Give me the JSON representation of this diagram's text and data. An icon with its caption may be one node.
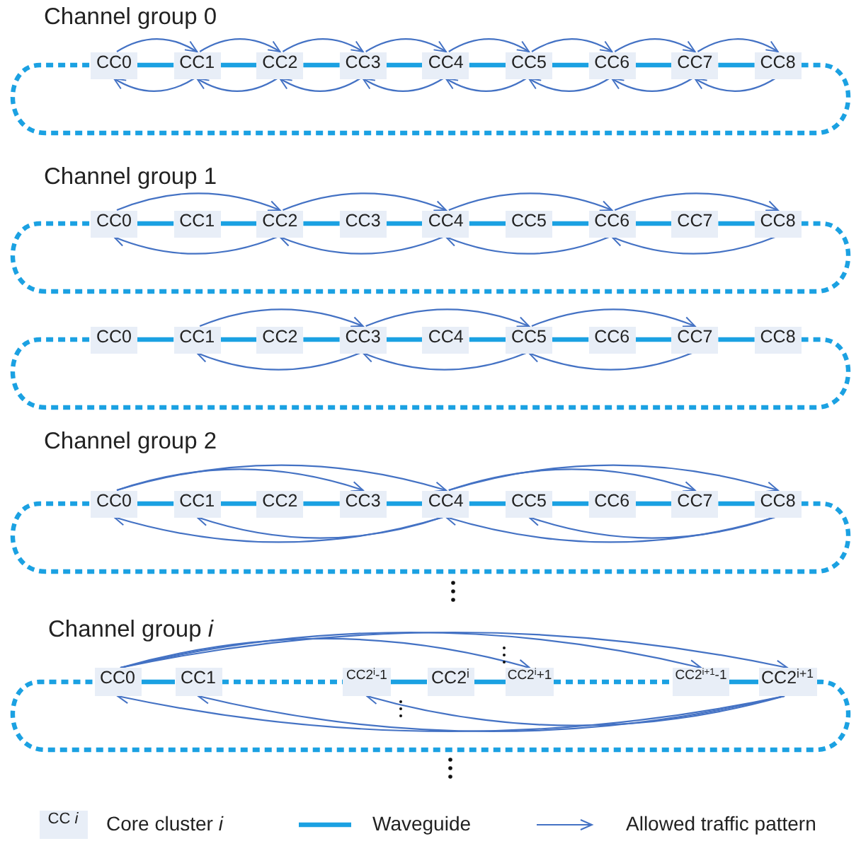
{
  "diagram": {
    "nodes": [
      {
        "text": [
          "CC0"
        ]
      },
      {
        "text": [
          "CC1"
        ]
      },
      {
        "text": [
          "CC2"
        ]
      },
      {
        "text": [
          "CC3"
        ]
      },
      {
        "text": [
          "CC4"
        ]
      },
      {
        "text": [
          "CC5"
        ]
      },
      {
        "text": [
          "CC6"
        ]
      },
      {
        "text": [
          "CC7"
        ]
      },
      {
        "text": [
          "CC8"
        ]
      },
      {
        "text": [
          "CC0"
        ]
      },
      {
        "text": [
          "CC1"
        ]
      },
      {
        "text": [
          "CC2"
        ]
      },
      {
        "text": [
          "CC3"
        ]
      },
      {
        "text": [
          "CC4"
        ]
      },
      {
        "text": [
          "CC5"
        ]
      },
      {
        "text": [
          "CC6"
        ]
      },
      {
        "text": [
          "CC7"
        ]
      },
      {
        "text": [
          "CC8"
        ]
      },
      {
        "text": [
          "CC0"
        ]
      },
      {
        "text": [
          "CC1"
        ]
      },
      {
        "text": [
          "CC2"
        ]
      },
      {
        "text": [
          "CC3"
        ]
      },
      {
        "text": [
          "CC4"
        ]
      },
      {
        "text": [
          "CC5"
        ]
      },
      {
        "text": [
          "CC6"
        ]
      },
      {
        "text": [
          "CC7"
        ]
      },
      {
        "text": [
          "CC8"
        ]
      },
      {
        "text": [
          "CC0"
        ]
      },
      {
        "text": [
          "CC1"
        ]
      },
      {
        "text": [
          "CC2"
        ]
      },
      {
        "text": [
          "CC3"
        ]
      },
      {
        "text": [
          "CC4"
        ]
      },
      {
        "text": [
          "CC5"
        ]
      },
      {
        "text": [
          "CC6"
        ]
      },
      {
        "text": [
          "CC7"
        ]
      },
      {
        "text": [
          "CC8"
        ]
      },
      {
        "text": [
          "CC0"
        ]
      },
      {
        "text": [
          "CC1"
        ]
      },
      {
        "text": [
          "CC2$^{i}$-1"
        ]
      },
      {
        "text": [
          "CC2$^{i}$"
        ]
      },
      {
        "text": [
          "CC2$^{i}$+1"
        ]
      },
      {
        "text": [
          "CC2$^{i+1}$-1"
        ]
      },
      {
        "text": [
          "CC2$^{i+1}$"
        ]
      },
      {
        "text": [
          "CC *i*"
        ]
      }
    ],
    "edges": [
      {
        "from": 0,
        "to": 1,
        "arrow": "to",
        "color": "#4472c4"
      },
      {
        "from": 1,
        "to": 2,
        "arrow": "to",
        "color": "#4472c4"
      },
      {
        "from": 2,
        "to": 3,
        "arrow": "to",
        "color": "#4472c4"
      },
      {
        "from": 3,
        "to": 4,
        "arrow": "to",
        "color": "#4472c4"
      },
      {
        "from": 4,
        "to": 5,
        "arrow": "to",
        "color": "#4472c4"
      },
      {
        "from": 5,
        "to": 6,
        "arrow": "to",
        "color": "#4472c4"
      },
      {
        "from": 6,
        "to": 7,
        "arrow": "to",
        "color": "#4472c4"
      },
      {
        "from": 7,
        "to": 8,
        "arrow": "to",
        "color": "#4472c4"
      },
      {
        "from": 1,
        "to": 0,
        "arrow": "to",
        "color": "#4472c4"
      },
      {
        "from": 2,
        "to": 1,
        "arrow": "to",
        "color": "#4472c4"
      },
      {
        "from": 3,
        "to": 2,
        "arrow": "to",
        "color": "#4472c4"
      },
      {
        "from": 4,
        "to": 3,
        "arrow": "to",
        "color": "#4472c4"
      },
      {
        "from": 5,
        "to": 4,
        "arrow": "to",
        "color": "#4472c4"
      },
      {
        "from": 6,
        "to": 5,
        "arrow": "to",
        "color": "#4472c4"
      },
      {
        "from": 7,
        "to": 6,
        "arrow": "to",
        "color": "#4472c4"
      },
      {
        "from": 8,
        "to": 7,
        "arrow": "to",
        "color": "#4472c4"
      },
      {
        "from": 9,
        "to": 11,
        "arrow": "to",
        "color": "#4472c4"
      },
      {
        "from": 11,
        "to": 13,
        "arrow": "to",
        "color": "#4472c4"
      },
      {
        "from": 13,
        "to": 15,
        "arrow": "to",
        "color": "#4472c4"
      },
      {
        "from": 15,
        "to": 17,
        "arrow": "to",
        "color": "#4472c4"
      },
      {
        "from": 17,
        "to": 15,
        "arrow": "to",
        "color": "#4472c4"
      },
      {
        "from": 15,
        "to": 13,
        "arrow": "to",
        "color": "#4472c4"
      },
      {
        "from": 13,
        "to": 11,
        "arrow": "to",
        "color": "#4472c4"
      },
      {
        "from": 11,
        "to": 9,
        "arrow": "to",
        "color": "#4472c4"
      },
      {
        "from": 19,
        "to": 21,
        "arrow": "to",
        "color": "#4472c4"
      },
      {
        "from": 21,
        "to": 23,
        "arrow": "to",
        "color": "#4472c4"
      },
      {
        "from": 23,
        "to": 25,
        "arrow": "to",
        "color": "#4472c4"
      },
      {
        "from": 25,
        "to": 23,
        "arrow": "to",
        "color": "#4472c4"
      },
      {
        "from": 23,
        "to": 21,
        "arrow": "to",
        "color": "#4472c4"
      },
      {
        "from": 21,
        "to": 19,
        "arrow": "to",
        "color": "#4472c4"
      },
      {
        "from": 27,
        "to": 30,
        "arrow": "to",
        "color": "#4472c4"
      },
      {
        "from": 27,
        "to": 31,
        "arrow": "to",
        "color": "#4472c4"
      },
      {
        "from": 31,
        "to": 34,
        "arrow": "to",
        "color": "#4472c4"
      },
      {
        "from": 31,
        "to": 35,
        "arrow": "to",
        "color": "#4472c4"
      },
      {
        "from": 31,
        "to": 27,
        "arrow": "to",
        "color": "#4472c4"
      },
      {
        "from": 31,
        "to": 28,
        "arrow": "to",
        "color": "#4472c4"
      },
      {
        "from": 35,
        "to": 32,
        "arrow": "to",
        "color": "#4472c4"
      },
      {
        "from": 35,
        "to": 31,
        "arrow": "to",
        "color": "#4472c4"
      },
      {
        "from": 36,
        "to": 40,
        "arrow": "to",
        "color": "#4472c4"
      },
      {
        "from": 36,
        "to": 41,
        "arrow": "to",
        "color": "#4472c4"
      },
      {
        "from": 36,
        "to": 42,
        "arrow": "to",
        "color": "#4472c4"
      },
      {
        "from": 42,
        "to": 36,
        "arrow": "to",
        "color": "#4472c4"
      },
      {
        "from": 42,
        "to": 37,
        "arrow": "to",
        "color": "#4472c4"
      },
      {
        "from": 42,
        "to": 38,
        "arrow": "to",
        "color": "#4472c4"
      },
      {
        "from": 0,
        "to": 1,
        "arrow": "none",
        "style": "thick"
      },
      {
        "from": 1,
        "to": 2,
        "arrow": "none",
        "style": "thick"
      },
      {
        "from": 2,
        "to": 3,
        "arrow": "none",
        "style": "thick"
      },
      {
        "from": 3,
        "to": 4,
        "arrow": "none",
        "style": "thick"
      },
      {
        "from": 4,
        "to": 5,
        "arrow": "none",
        "style": "thick"
      },
      {
        "from": 5,
        "to": 6,
        "arrow": "none",
        "style": "thick"
      },
      {
        "from": 6,
        "to": 7,
        "arrow": "none",
        "style": "thick"
      },
      {
        "from": 7,
        "to": 8,
        "arrow": "none",
        "style": "thick"
      },
      {
        "from": 8,
        "to": 0,
        "arrow": "none",
        "style": "dashed"
      },
      {
        "from": 9,
        "to": 10,
        "arrow": "none",
        "style": "thick"
      },
      {
        "from": 10,
        "to": 11,
        "arrow": "none",
        "style": "thick"
      },
      {
        "from": 11,
        "to": 12,
        "arrow": "none",
        "style": "thick"
      },
      {
        "from": 12,
        "to": 13,
        "arrow": "none",
        "style": "thick"
      },
      {
        "from": 13,
        "to": 14,
        "arrow": "none",
        "style": "thick"
      },
      {
        "from": 14,
        "to": 15,
        "arrow": "none",
        "style": "thick"
      },
      {
        "from": 15,
        "to": 16,
        "arrow": "none",
        "style": "thick"
      },
      {
        "from": 16,
        "to": 17,
        "arrow": "none",
        "style": "thick"
      },
      {
        "from": 17,
        "to": 9,
        "arrow": "none",
        "style": "dashed"
      },
      {
        "from": 18,
        "to": 19,
        "arrow": "none",
        "style": "thick"
      },
      {
        "from": 19,
        "to": 20,
        "arrow": "none",
        "style": "thick"
      },
      {
        "from": 20,
        "to": 21,
        "arrow": "none",
        "style": "thick"
      },
      {
        "from": 21,
        "to": 22,
        "arrow": "none",
        "style": "thick"
      },
      {
        "from": 22,
        "to": 23,
        "arrow": "none",
        "style": "thick"
      },
      {
        "from": 23,
        "to": 24,
        "arrow": "none",
        "style": "thick"
      },
      {
        "from": 24,
        "to": 25,
        "arrow": "none",
        "style": "thick"
      },
      {
        "from": 25,
        "to": 26,
        "arrow": "none",
        "style": "thick"
      },
      {
        "from": 26,
        "to": 18,
        "arrow": "none",
        "style": "dashed"
      },
      {
        "from": 27,
        "to": 28,
        "arrow": "none",
        "style": "thick"
      },
      {
        "from": 28,
        "to": 29,
        "arrow": "none",
        "style": "thick"
      },
      {
        "from": 29,
        "to": 30,
        "arrow": "none",
        "style": "thick"
      },
      {
        "from": 30,
        "to": 31,
        "arrow": "none",
        "style": "thick"
      },
      {
        "from": 31,
        "to": 32,
        "arrow": "none",
        "style": "thick"
      },
      {
        "from": 32,
        "to": 33,
        "arrow": "none",
        "style": "thick"
      },
      {
        "from": 33,
        "to": 34,
        "arrow": "none",
        "style": "thick"
      },
      {
        "from": 34,
        "to": 35,
        "arrow": "none",
        "style": "thick"
      },
      {
        "from": 35,
        "to": 27,
        "arrow": "none",
        "style": "dashed"
      },
      {
        "from": 36,
        "to": 37,
        "arrow": "none",
        "style": "thick"
      },
      {
        "from": 37,
        "to": 38,
        "arrow": "none",
        "style": "dashed"
      },
      {
        "from": 38,
        "to": 39,
        "arrow": "none",
        "style": "thick"
      },
      {
        "from": 39,
        "to": 40,
        "arrow": "none",
        "style": "thick"
      },
      {
        "from": 40,
        "to": 41,
        "arrow": "none",
        "style": "dashed"
      },
      {
        "from": 41,
        "to": 42,
        "arrow": "none",
        "style": "thick"
      },
      {
        "from": 42,
        "to": 36,
        "arrow": "none",
        "style": "dashed"
      }
    ],
    "labels": [
      "Channel group 0",
      "Channel group 1",
      "Channel group 2",
      "Channel group *i*"
    ],
    "legend": [
      {
        "text": "Core cluster *i*"
      },
      {
        "text": "Waveguide"
      },
      {
        "text": "Allowed traffic pattern"
      }
    ]
  }
}
